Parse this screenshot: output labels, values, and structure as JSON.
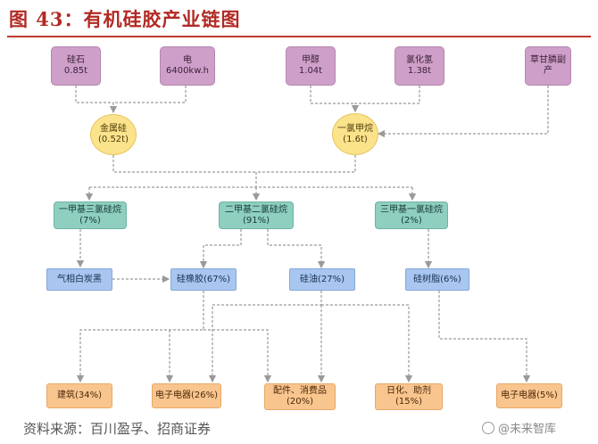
{
  "title": "图 43：有机硅胶产业链图",
  "source": "资料来源：百川盈孚、招商证券",
  "watermark": "@未来智库",
  "nodes": {
    "silicon_stone": {
      "label": "硅石",
      "value": "0.85t"
    },
    "electricity": {
      "label": "电",
      "value": "6400kw.h"
    },
    "methanol": {
      "label": "甲醇",
      "value": "1.04t"
    },
    "hydrogen_chloride": {
      "label": "氯化氢",
      "value": "1.38t"
    },
    "glyphosate_byproduct": {
      "label": "草甘膦副",
      "value": "产"
    },
    "metallic_silicon": {
      "label": "金属硅",
      "value": "(0.52t)"
    },
    "chloromethane": {
      "label": "一氯甲烷",
      "value": "(1.6t)"
    },
    "methyltrichlorosilane": {
      "label": "一甲基三氯硅烷",
      "value": "(7%)"
    },
    "dimethyldichlorosilane": {
      "label": "二甲基二氯硅烷",
      "value": "(91%)"
    },
    "trimethylchlorosilane": {
      "label": "三甲基一氯硅烷",
      "value": "(2%)"
    },
    "fumed_silica": {
      "label": "气相白炭黑"
    },
    "silicone_rubber": {
      "label": "硅橡胶(67%)"
    },
    "silicone_oil": {
      "label": "硅油(27%)"
    },
    "silicone_resin": {
      "label": "硅树脂(6%)"
    },
    "construction": {
      "label": "建筑(34%)"
    },
    "electronics_a": {
      "label": "电子电器(26%)"
    },
    "parts_consumer": {
      "label": "配件、消费品",
      "value": "(20%)"
    },
    "daily_chem": {
      "label": "日化、助剂",
      "value": "(15%)"
    },
    "electronics_b": {
      "label": "电子电器(5%)"
    }
  }
}
